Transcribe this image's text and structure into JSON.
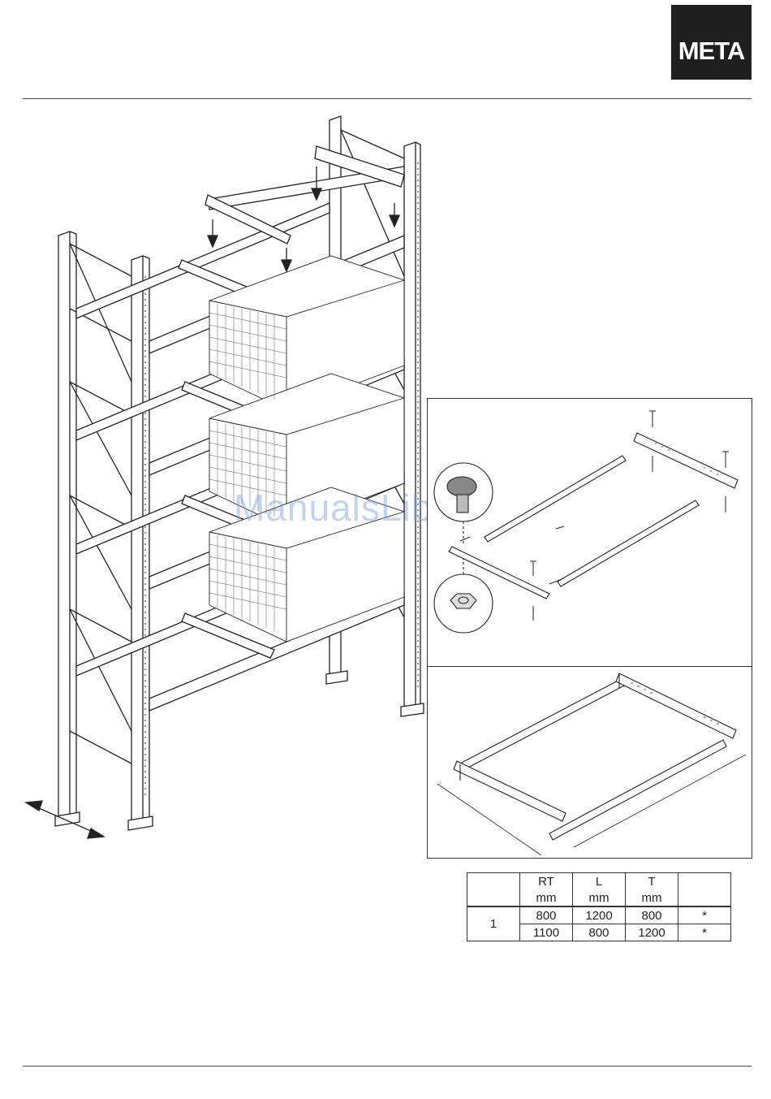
{
  "brand": {
    "logo_text": "META"
  },
  "watermark": "ManualsLib.de",
  "table": {
    "headers": [
      {
        "top": "",
        "bottom": ""
      },
      {
        "top": "RT",
        "bottom": "mm"
      },
      {
        "top": "L",
        "bottom": "mm"
      },
      {
        "top": "T",
        "bottom": "mm"
      },
      {
        "top": "",
        "bottom": ""
      }
    ],
    "group_label": "1",
    "rows": [
      [
        "800",
        "1200",
        "800",
        "*"
      ],
      [
        "1100",
        "800",
        "1200",
        "*"
      ]
    ]
  }
}
